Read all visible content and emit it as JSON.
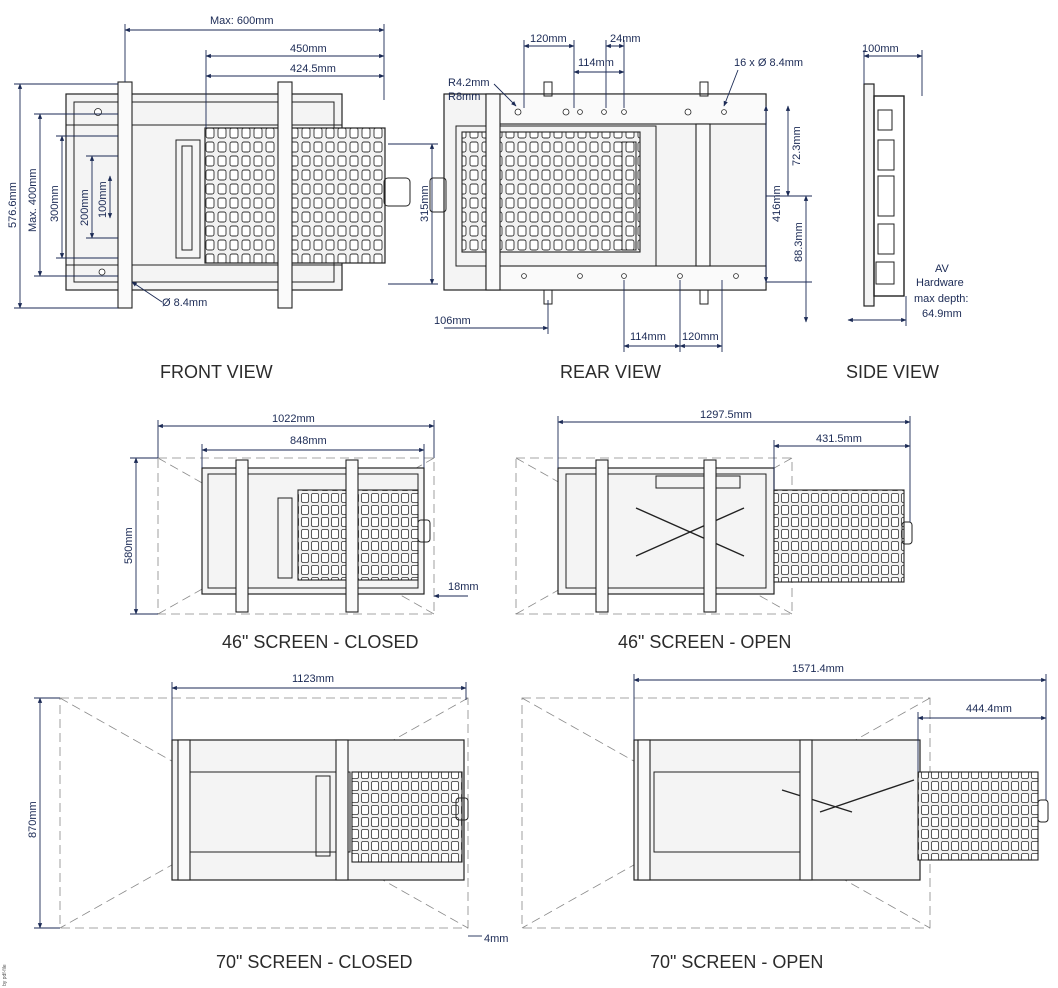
{
  "front_view": {
    "caption": "FRONT VIEW",
    "max_width": "Max: 600mm",
    "w450": "450mm",
    "w424": "424.5mm",
    "h576": "576.6mm",
    "max400": "Max. 400mm",
    "h300": "300mm",
    "h200": "200mm",
    "h100": "100mm",
    "h315": "315mm",
    "hole": "Ø 8.4mm"
  },
  "rear_view": {
    "caption": "REAR VIEW",
    "w120_top": "120mm",
    "w114_top": "114mm",
    "w24": "24mm",
    "holes": "16 x Ø 8.4mm",
    "r42": "R4.2mm",
    "r8": "R8mm",
    "h72": "72.3mm",
    "h416": "416mm",
    "h88": "88.3mm",
    "w106": "106mm",
    "w114_bot": "114mm",
    "w120_bot": "120mm"
  },
  "side_view": {
    "caption": "SIDE VIEW",
    "w100": "100mm",
    "av_line1": "AV",
    "av_line2": "Hardware",
    "av_line3": "max depth:",
    "av_line4": "64.9mm"
  },
  "s46_closed": {
    "caption": "46\" SCREEN - CLOSED",
    "w1022": "1022mm",
    "w848": "848mm",
    "h580": "580mm",
    "d18": "18mm"
  },
  "s46_open": {
    "caption": "46\" SCREEN - OPEN",
    "w1297": "1297.5mm",
    "w431": "431.5mm"
  },
  "s70_closed": {
    "caption": "70\" SCREEN - CLOSED",
    "w1123": "1123mm",
    "h870": "870mm",
    "d4": "4mm"
  },
  "s70_open": {
    "caption": "70\" SCREEN - OPEN",
    "w1571": "1571.4mm",
    "w444": "444.4mm"
  },
  "footer": {
    "credit": "by pdf-file"
  },
  "colors": {
    "dimension": "#1b2a55",
    "line": "#222222",
    "caption": "#2b2b2b"
  }
}
